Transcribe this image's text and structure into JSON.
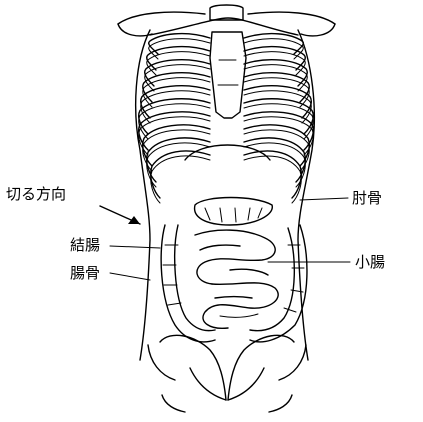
{
  "labels": {
    "cut_direction": "切る方向",
    "colon": "結腸",
    "intestine_bone": "腸骨",
    "rib": "肘骨",
    "small_intestine": "小腸"
  },
  "colors": {
    "ink": "#000000",
    "background": "#ffffff"
  }
}
